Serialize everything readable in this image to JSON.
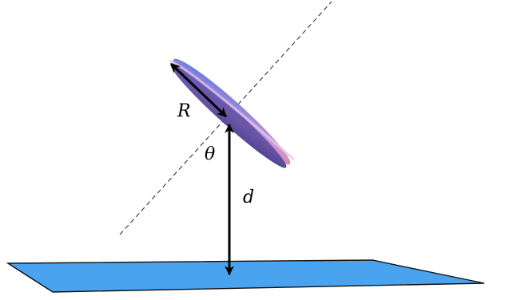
{
  "labels": {
    "radius": "R",
    "angle": "θ",
    "distance": "d"
  },
  "colors": {
    "plane_fill": "#4aa3ee",
    "plane_stroke": "#111111",
    "disk_face_top": "#b8a6f0",
    "disk_face_bottom": "#4f3f8f",
    "disk_rim_start": "#4a6fe0",
    "disk_rim_end": "#f07a7a",
    "arrow": "#000000",
    "axis_dash": "#222222"
  }
}
